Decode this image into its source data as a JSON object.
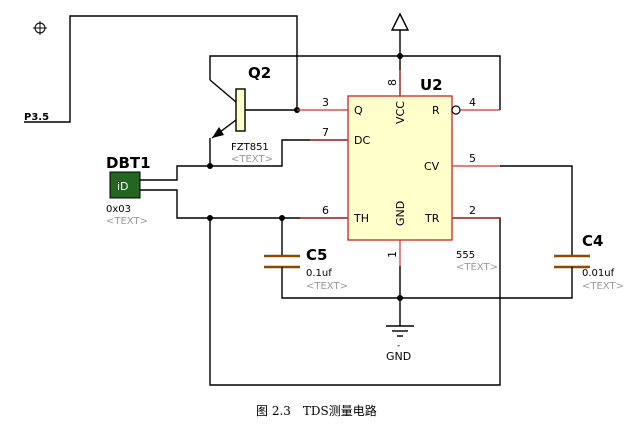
{
  "net_label": "P3.5",
  "q2": {
    "ref": "Q2",
    "value": "FZT851",
    "placeholder": "<TEXT>"
  },
  "u2": {
    "ref": "U2",
    "value": "555",
    "placeholder": "<TEXT>",
    "pins": {
      "q": {
        "name": "Q",
        "num": "3"
      },
      "dc": {
        "name": "DC",
        "num": "7"
      },
      "th": {
        "name": "TH",
        "num": "6"
      },
      "vcc": {
        "name": "VCC",
        "num": "8"
      },
      "gnd": {
        "name": "GND",
        "num": "1"
      },
      "r": {
        "name": "R",
        "num": "4"
      },
      "cv": {
        "name": "CV",
        "num": "5"
      },
      "tr": {
        "name": "TR",
        "num": "2"
      }
    }
  },
  "dbt1": {
    "ref": "DBT1",
    "glyph": "iD",
    "value": "0x03",
    "placeholder": "<TEXT>"
  },
  "c5": {
    "ref": "C5",
    "value": "0.1uf",
    "placeholder": "<TEXT>"
  },
  "c4": {
    "ref": "C4",
    "value": "0.01uf",
    "placeholder": "<TEXT>"
  },
  "ground": {
    "label": "GND",
    "mark": "-"
  },
  "caption": "图 2.3　TDS测量电路"
}
